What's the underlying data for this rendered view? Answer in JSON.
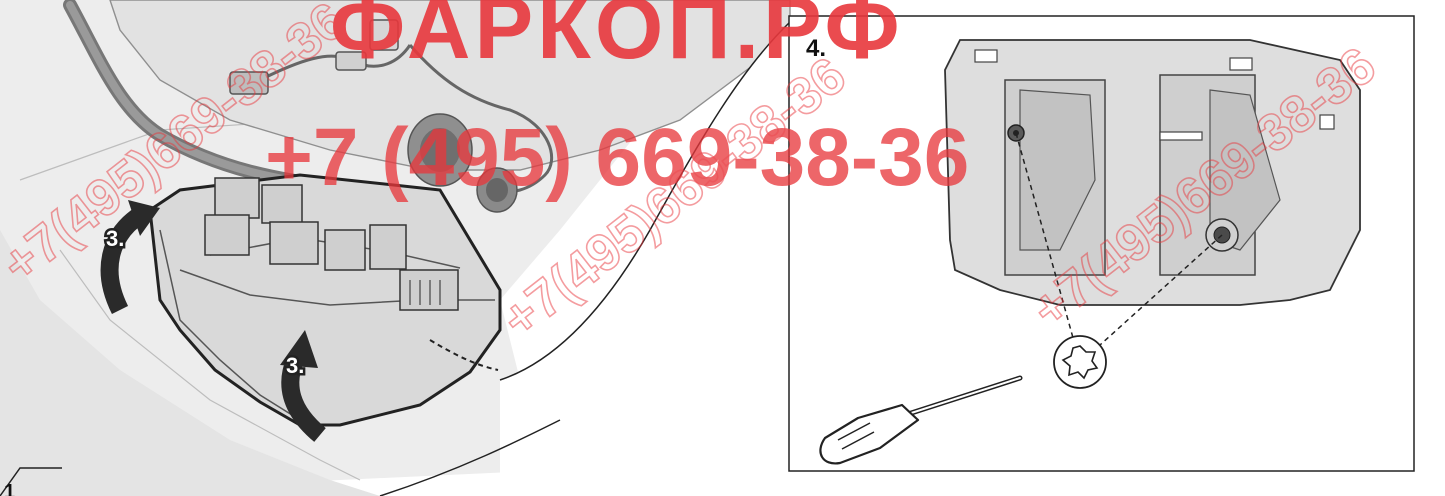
{
  "panel_left": {
    "step_up_1": "3.",
    "step_up_2": "3."
  },
  "panel_right": {
    "step_label": "4."
  },
  "corner_label": "1",
  "watermark": {
    "brand": "ФАРКОП.РФ",
    "phone": "+7 (495) 669-38-36",
    "phone_diagonal": "+7(495)669-38-36",
    "color": "#e8383d"
  }
}
